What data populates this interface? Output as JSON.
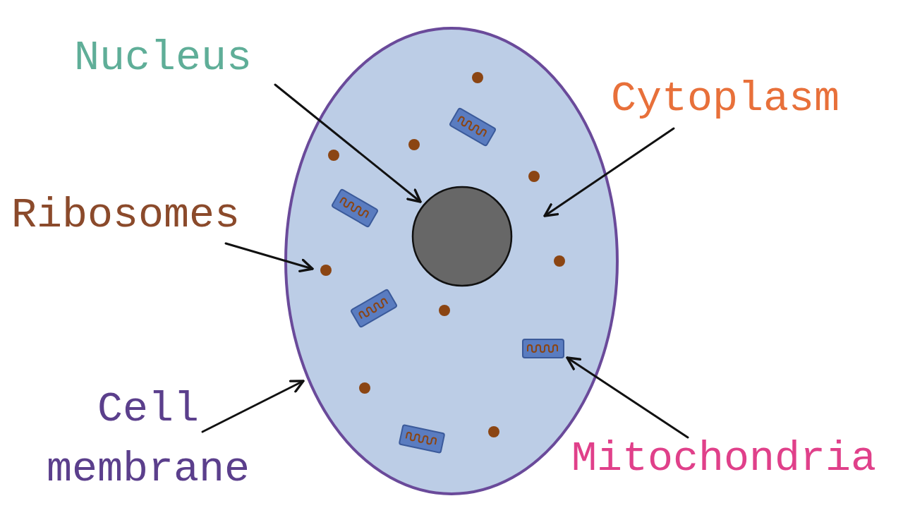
{
  "diagram": {
    "labels": [
      "Nucleus",
      "Cytoplasm",
      "Ribosomes",
      "Cell membrane",
      "Mitochondria"
    ]
  }
}
